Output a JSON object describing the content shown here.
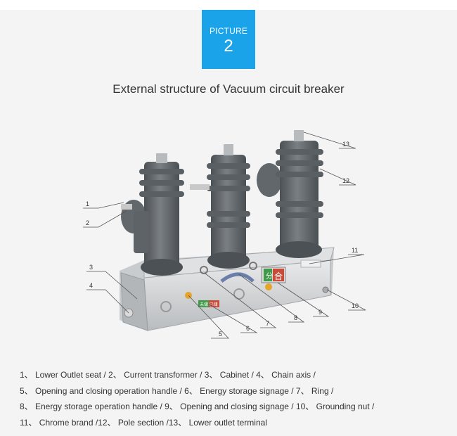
{
  "badge": {
    "label": "PICTURE",
    "number": "2"
  },
  "title": "External structure of Vacuum circuit breaker",
  "callouts": [
    "1",
    "2",
    "3",
    "4",
    "5",
    "6",
    "7",
    "8",
    "9",
    "10",
    "11",
    "12",
    "13"
  ],
  "plate_labels": {
    "close_char": "合",
    "green_char": "分",
    "small_plate": "未储 已储"
  },
  "legend": {
    "lines": [
      "1、 Lower Outlet seat / 2、 Current transformer / 3、 Cabinet  / 4、 Chain axis /",
      "5、 Opening and closing operation handle  / 6、 Energy storage signage / 7、 Ring /",
      "8、 Energy storage operation handle  / 9、 Opening and closing signage / 10、 Grounding nut /",
      "11、 Chrome brand /12、 Pole section /13、 Lower outlet terminal"
    ]
  },
  "colors": {
    "badge": "#1aa3e8",
    "insulator": "#5f6469",
    "cabinet": "#d4d6d8",
    "background": "#f4f4f4"
  }
}
